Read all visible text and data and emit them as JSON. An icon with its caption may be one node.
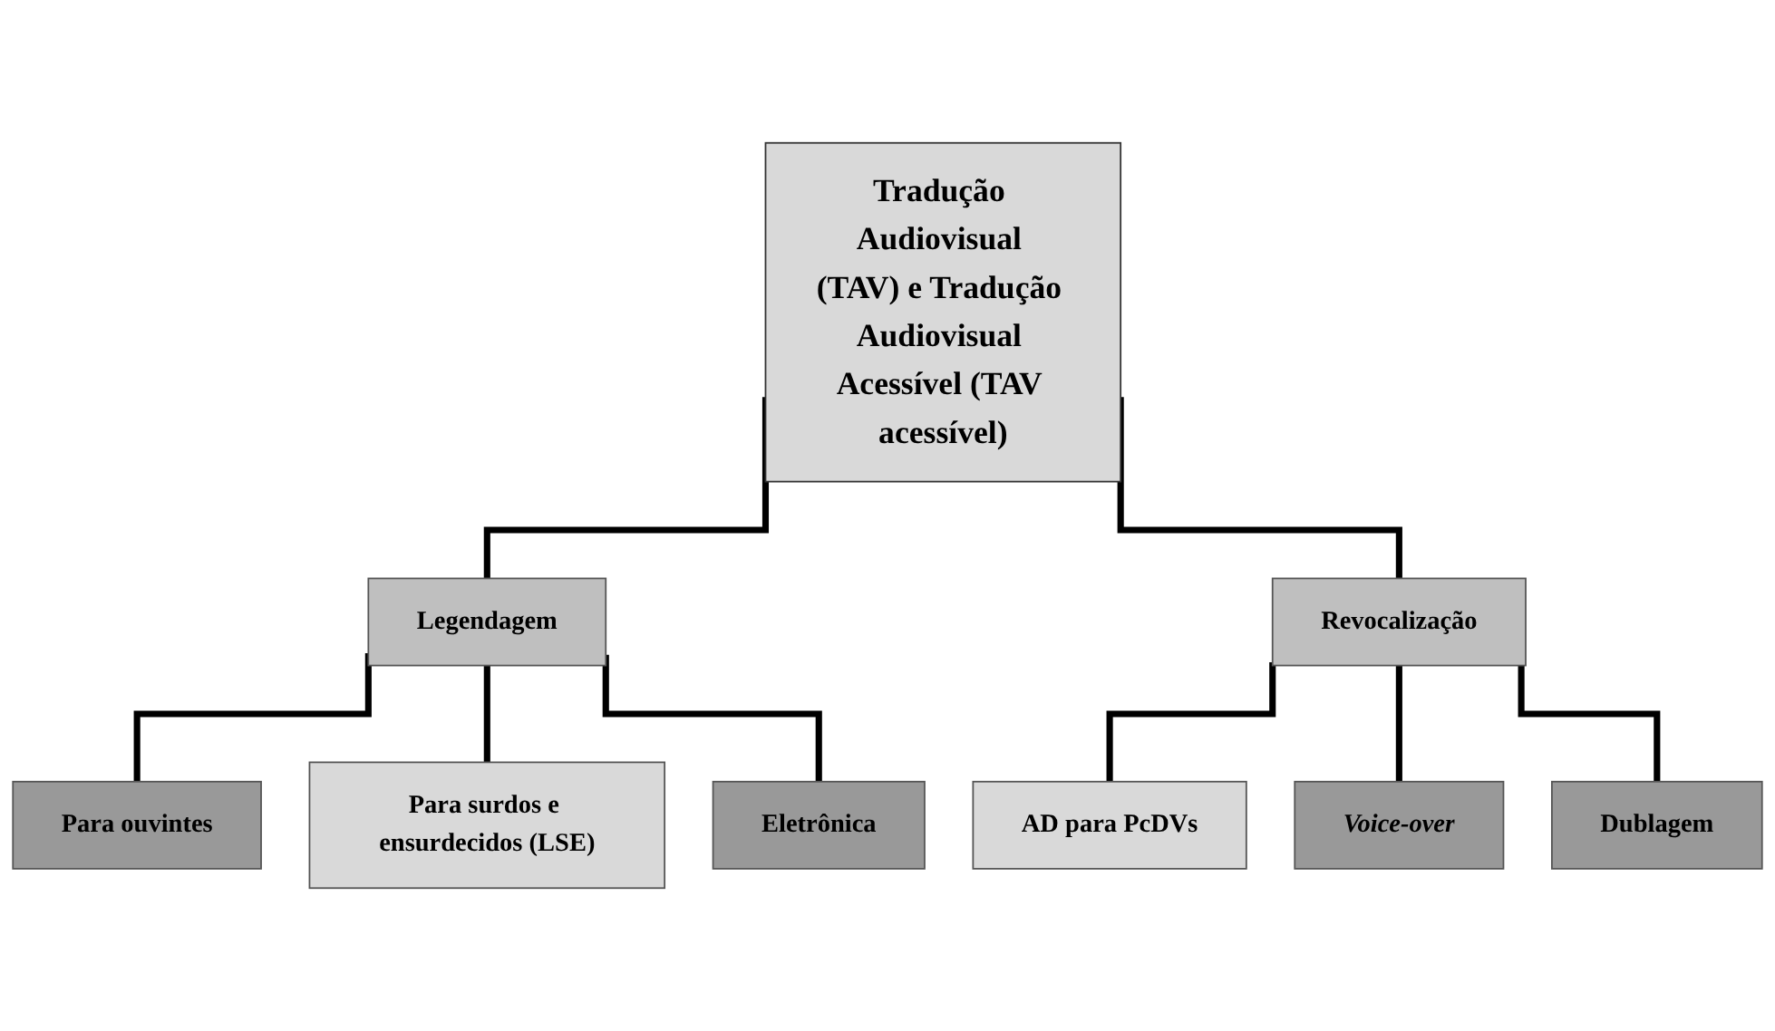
{
  "diagram": {
    "nodes": [
      {
        "text": [
          "Tradução Audiovisual (TAV) e Tradução Audiovisual Acessível (TAV acessível)"
        ]
      },
      {
        "text": [
          "Legendagem"
        ]
      },
      {
        "text": [
          "Revocalização"
        ]
      },
      {
        "text": [
          "Para ouvintes"
        ]
      },
      {
        "text": [
          "Para surdos e ensurdecidos (LSE)"
        ]
      },
      {
        "text": [
          "Eletrônica"
        ]
      },
      {
        "text": [
          "AD para PcDVs"
        ]
      },
      {
        "text": [
          "Voice-over"
        ]
      },
      {
        "text": [
          "Dublagem"
        ]
      }
    ],
    "edges": [
      {
        "from": 0,
        "to": 1,
        "arrow": "none"
      },
      {
        "from": 0,
        "to": 2,
        "arrow": "none"
      },
      {
        "from": 1,
        "to": 3,
        "arrow": "none"
      },
      {
        "from": 1,
        "to": 4,
        "arrow": "none"
      },
      {
        "from": 1,
        "to": 5,
        "arrow": "none"
      },
      {
        "from": 2,
        "to": 6,
        "arrow": "none"
      },
      {
        "from": 2,
        "to": 7,
        "arrow": "none"
      },
      {
        "from": 2,
        "to": 8,
        "arrow": "none"
      }
    ]
  }
}
